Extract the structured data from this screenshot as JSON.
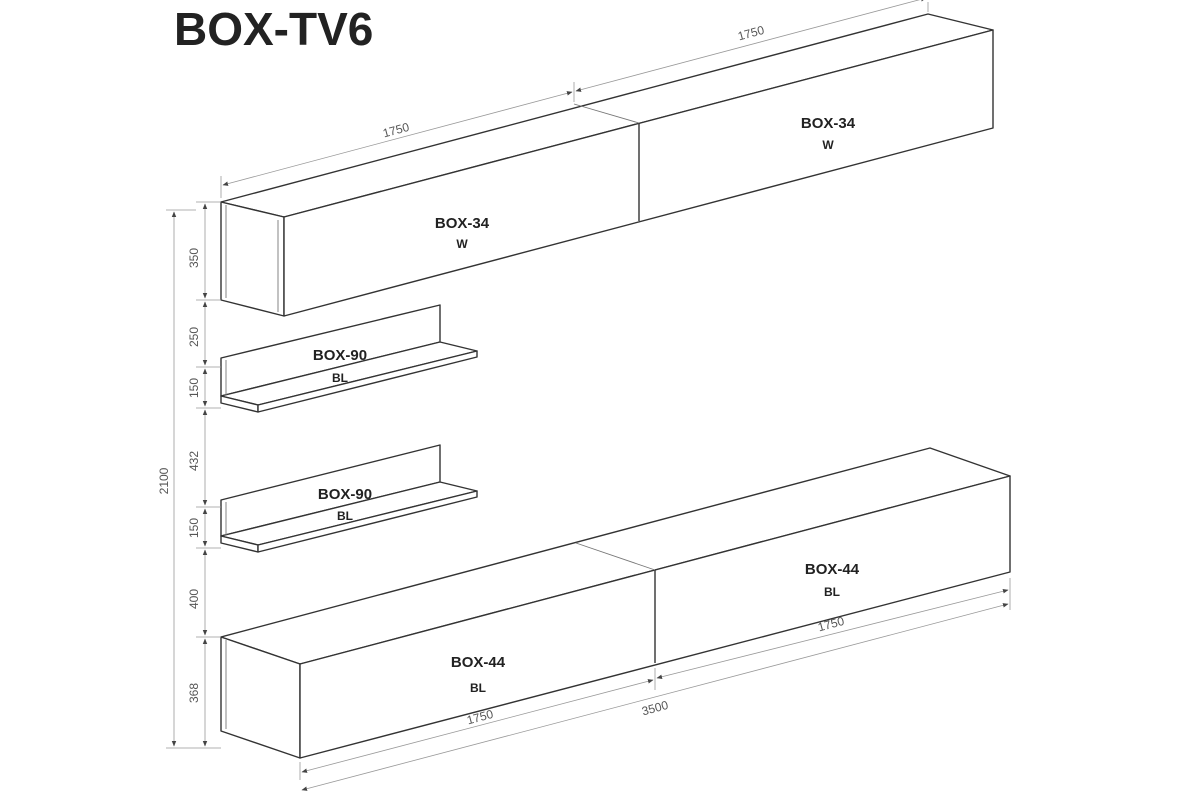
{
  "title": "BOX-TV6",
  "units": {
    "top_left": {
      "name": "BOX-34",
      "code": "W"
    },
    "top_right": {
      "name": "BOX-34",
      "code": "W"
    },
    "shelf_1": {
      "name": "BOX-90",
      "code": "BL"
    },
    "shelf_2": {
      "name": "BOX-90",
      "code": "BL"
    },
    "low_left": {
      "name": "BOX-44",
      "code": "BL"
    },
    "low_right": {
      "name": "BOX-44",
      "code": "BL"
    }
  },
  "dimensions": {
    "top_left_width": "1750",
    "top_right_width": "1750",
    "low_left_width": "1750",
    "low_right_width": "1750",
    "total_width": "3500",
    "total_height": "2100",
    "h_top_unit": "350",
    "h_gap_1": "250",
    "h_shelf_1": "150",
    "h_gap_2": "432",
    "h_shelf_2": "150",
    "h_gap_3": "400",
    "h_low_unit": "368"
  },
  "colors": {
    "line": "#333333",
    "dimension_line": "#999999",
    "text": "#222222"
  }
}
